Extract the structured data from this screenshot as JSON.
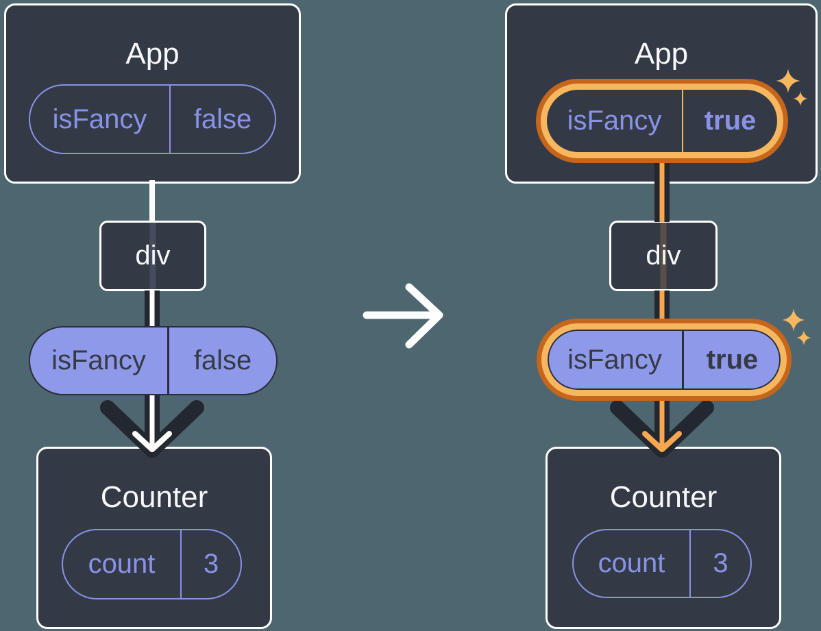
{
  "colors": {
    "background": "#4D6670",
    "card_fill": "#333A46",
    "card_border": "#FFFFFF",
    "purple_accent": "#8A92E8",
    "purple_fill": "#8F99EA",
    "ink_dark": "#23272F",
    "orange_ring_outer": "#C5661C",
    "orange_ring_inner": "#F6B75F",
    "orange_line": "#F6A74F",
    "sparkle": "#F6B75F"
  },
  "before": {
    "app": {
      "title": "App",
      "prop_name": "isFancy",
      "prop_value": "false"
    },
    "div_label": "div",
    "passed_prop": {
      "name": "isFancy",
      "value": "false"
    },
    "counter": {
      "title": "Counter",
      "state_name": "count",
      "state_value": "3"
    }
  },
  "after": {
    "app": {
      "title": "App",
      "prop_name": "isFancy",
      "prop_value": "true"
    },
    "div_label": "div",
    "passed_prop": {
      "name": "isFancy",
      "value": "true"
    },
    "counter": {
      "title": "Counter",
      "state_name": "count",
      "state_value": "3"
    }
  }
}
